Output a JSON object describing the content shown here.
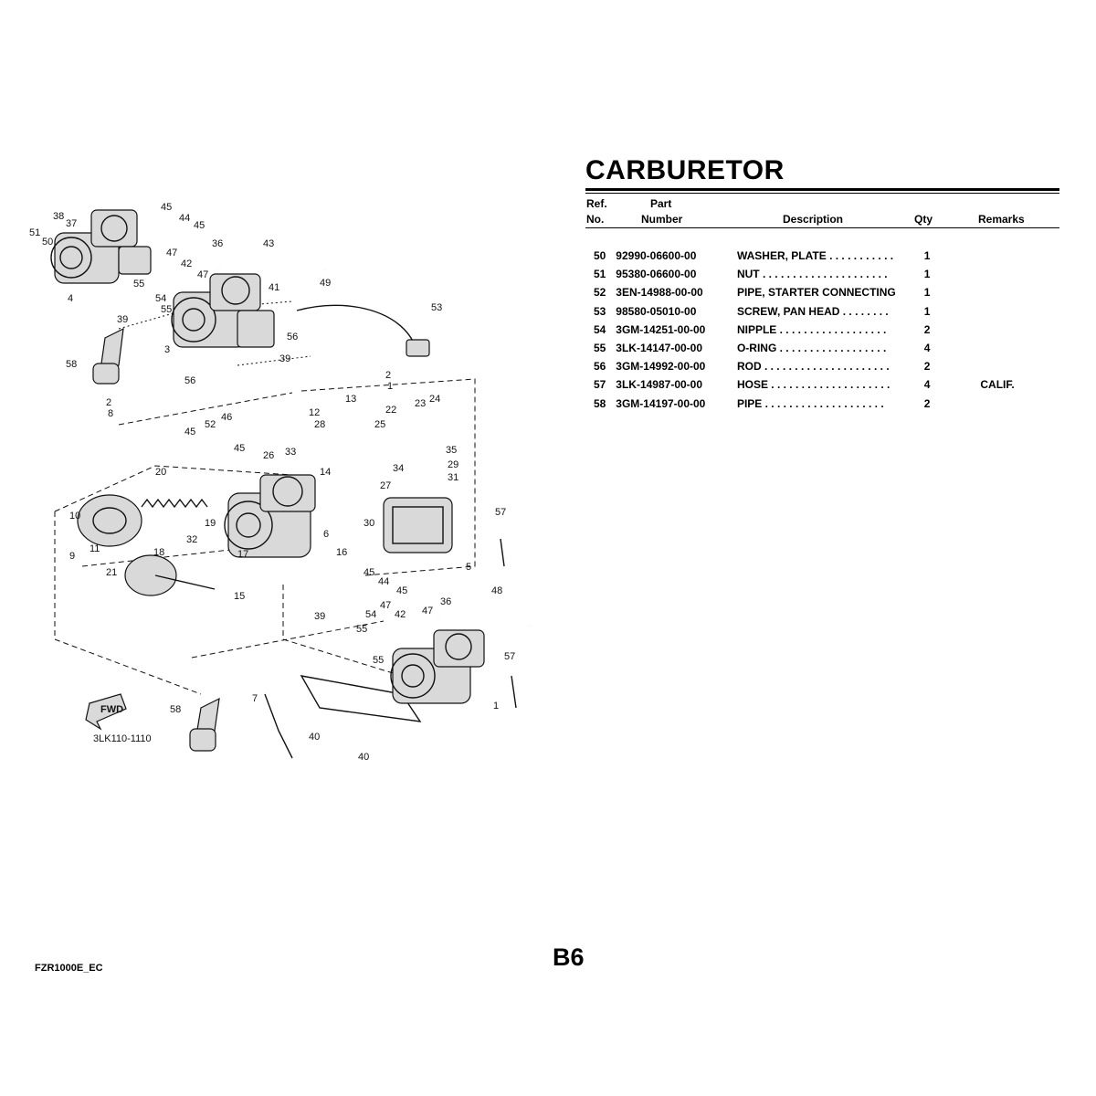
{
  "page": {
    "title": "CARBURETOR",
    "page_number": "B6",
    "footer_code": "FZR1000E_EC"
  },
  "table": {
    "headers": {
      "ref_line1": "Ref.",
      "ref_line2": "No.",
      "part_line1": "Part",
      "part_line2": "Number",
      "description": "Description",
      "qty": "Qty",
      "remarks": "Remarks"
    },
    "rows": [
      {
        "ref": "50",
        "part_number": "92990-06600-00",
        "description": "WASHER, PLATE . . . . . . . . . . .",
        "qty": "1",
        "remarks": ""
      },
      {
        "ref": "51",
        "part_number": "95380-06600-00",
        "description": "NUT . . . . . . . . . . . . . . . . . . . . .",
        "qty": "1",
        "remarks": ""
      },
      {
        "ref": "52",
        "part_number": "3EN-14988-00-00",
        "description": "PIPE, STARTER CONNECTING",
        "qty": "1",
        "remarks": ""
      },
      {
        "ref": "53",
        "part_number": "98580-05010-00",
        "description": "SCREW, PAN HEAD . . . . . . . .",
        "qty": "1",
        "remarks": ""
      },
      {
        "ref": "54",
        "part_number": "3GM-14251-00-00",
        "description": "NIPPLE . . . . . . . . . . . . . . . . . .",
        "qty": "2",
        "remarks": ""
      },
      {
        "ref": "55",
        "part_number": "3LK-14147-00-00",
        "description": "O-RING . . . . . . . . . . . . . . . . . .",
        "qty": "4",
        "remarks": ""
      },
      {
        "ref": "56",
        "part_number": "3GM-14992-00-00",
        "description": "ROD . . . . . . . . . . . . . . . . . . . . .",
        "qty": "2",
        "remarks": ""
      },
      {
        "ref": "57",
        "part_number": "3LK-14987-00-00",
        "description": "HOSE . . . . . . . . . . . . . . . . . . . .",
        "qty": "4",
        "remarks": "CALIF."
      },
      {
        "ref": "58",
        "part_number": "3GM-14197-00-00",
        "description": "PIPE . . . . . . . . . . . . . . . . . . . .",
        "qty": "2",
        "remarks": ""
      }
    ]
  },
  "diagram": {
    "drawing_code": "3LK110-1110",
    "fwd_label": "FWD",
    "callouts": [
      "38",
      "37",
      "45",
      "44",
      "45",
      "51",
      "50",
      "4",
      "47",
      "42",
      "47",
      "36",
      "43",
      "55",
      "54",
      "55",
      "41",
      "39",
      "49",
      "53",
      "3",
      "56",
      "39",
      "58",
      "56",
      "2",
      "1",
      "13",
      "12",
      "28",
      "22",
      "23",
      "24",
      "25",
      "35",
      "29",
      "31",
      "34",
      "14",
      "45",
      "52",
      "46",
      "45",
      "26",
      "33",
      "20",
      "27",
      "57",
      "10",
      "11",
      "9",
      "19",
      "30",
      "32",
      "6",
      "16",
      "18",
      "17",
      "5",
      "45",
      "44",
      "45",
      "21",
      "15",
      "39",
      "54",
      "47",
      "42",
      "47",
      "36",
      "48",
      "55",
      "55",
      "57",
      "58",
      "7",
      "40",
      "40",
      "8",
      "2"
    ]
  }
}
